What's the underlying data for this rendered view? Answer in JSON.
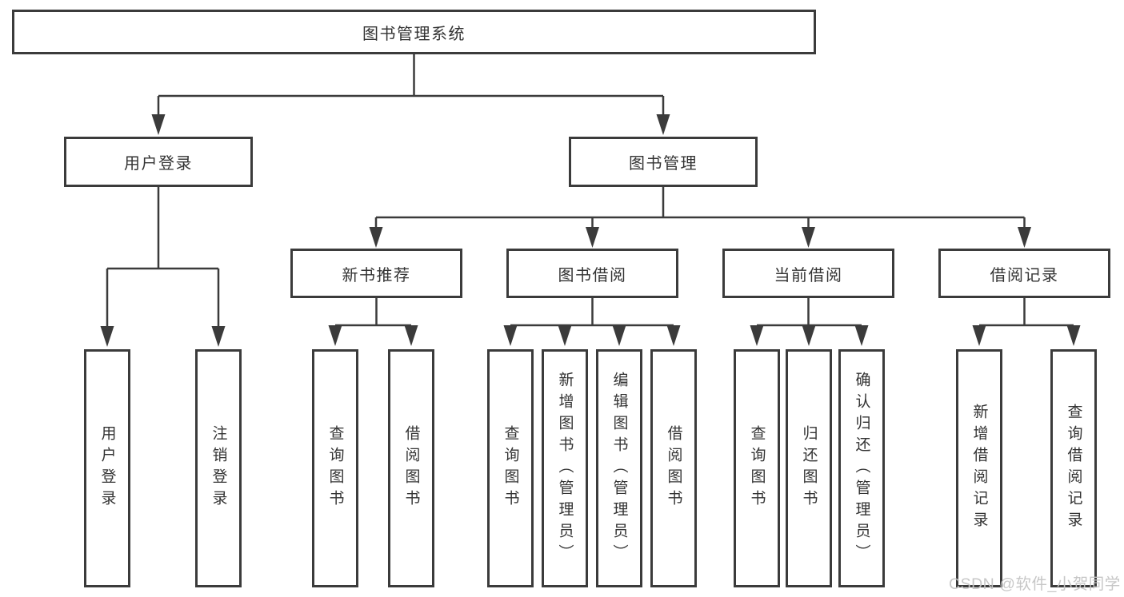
{
  "diagram": {
    "root": "图书管理系统",
    "branches": [
      {
        "label": "用户登录",
        "children": [
          "用户登录",
          "注销登录"
        ]
      },
      {
        "label": "图书管理",
        "sections": [
          {
            "label": "新书推荐",
            "children": [
              "查询图书",
              "借阅图书"
            ]
          },
          {
            "label": "图书借阅",
            "children": [
              "查询图书",
              "新增图书（管理员）",
              "编辑图书（管理员）",
              "借阅图书"
            ]
          },
          {
            "label": "当前借阅",
            "children": [
              "查询图书",
              "归还图书",
              "确认归还（管理员）"
            ]
          },
          {
            "label": "借阅记录",
            "children": [
              "新增借阅记录",
              "查询借阅记录"
            ]
          }
        ]
      }
    ]
  },
  "watermark": "CSDN @软件_小贺同学",
  "colors": {
    "line": "#3b3b3b",
    "text": "#333333",
    "watermark": "#c4c4c4",
    "background": "#ffffff"
  }
}
